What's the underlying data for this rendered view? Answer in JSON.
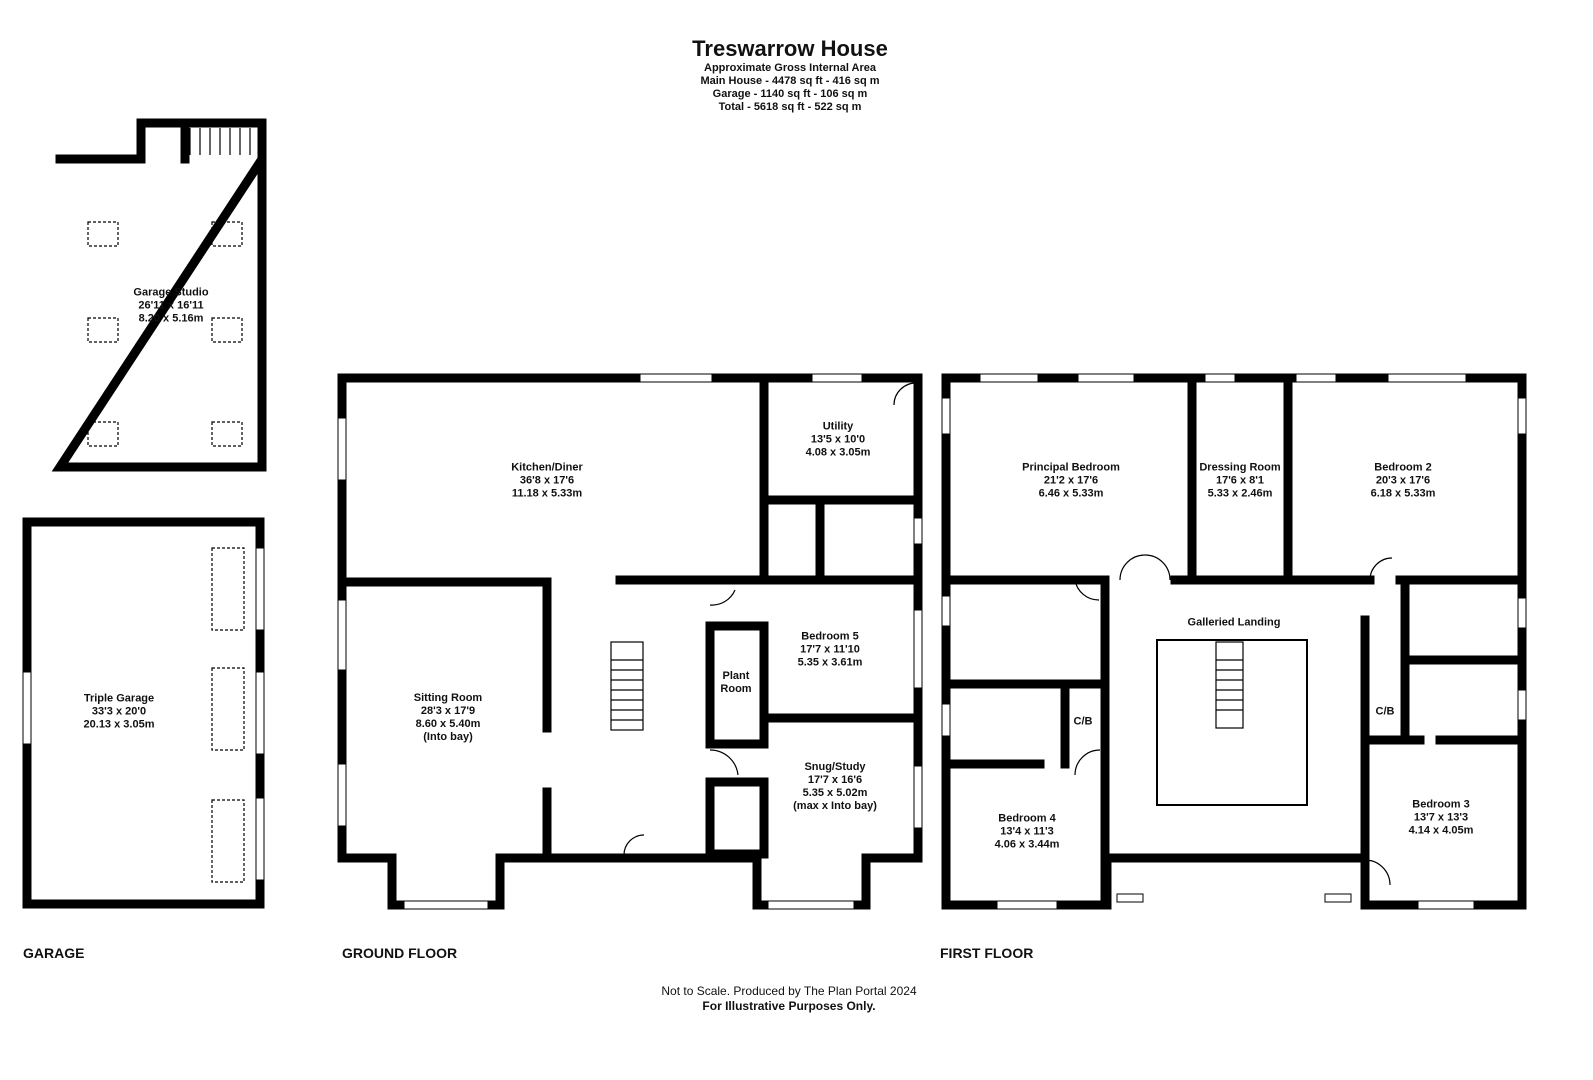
{
  "header": {
    "title": "Treswarrow House",
    "subtitle": "Approximate Gross Internal Area",
    "main_house": "Main House - 4478 sq ft - 416 sq m",
    "garage": "Garage - 1140 sq ft - 106 sq m",
    "total": "Total - 5618 sq ft - 522 sq m"
  },
  "rooms": {
    "garage_studio": {
      "name": "Garage Studio",
      "imperial": "26'11 x 16'11",
      "metric": "8.20 x 5.16m"
    },
    "triple_garage": {
      "name": "Triple Garage",
      "imperial": "33'3 x 20'0",
      "metric": "20.13 x 3.05m"
    },
    "kitchen": {
      "name": "Kitchen/Diner",
      "imperial": "36'8 x 17'6",
      "metric": "11.18 x 5.33m"
    },
    "utility": {
      "name": "Utility",
      "imperial": "13'5 x 10'0",
      "metric": "4.08 x 3.05m"
    },
    "bedroom5": {
      "name": "Bedroom 5",
      "imperial": "17'7 x 11'10",
      "metric": "5.35 x 3.61m"
    },
    "plant": {
      "name": "Plant",
      "name2": "Room"
    },
    "sitting": {
      "name": "Sitting Room",
      "imperial": "28'3 x 17'9",
      "metric": "8.60 x 5.40m",
      "note": "(Into bay)"
    },
    "snug": {
      "name": "Snug/Study",
      "imperial": "17'7 x 16'6",
      "metric": "5.35 x 5.02m",
      "note": "(max x Into bay)"
    },
    "principal": {
      "name": "Principal Bedroom",
      "imperial": "21'2 x 17'6",
      "metric": "6.46 x 5.33m"
    },
    "dressing": {
      "name": "Dressing Room",
      "imperial": "17'6 x 8'1",
      "metric": "5.33 x 2.46m"
    },
    "bedroom2": {
      "name": "Bedroom 2",
      "imperial": "20'3 x 17'6",
      "metric": "6.18 x 5.33m"
    },
    "landing": {
      "name": "Galleried Landing"
    },
    "cb1": {
      "name": "C/B"
    },
    "cb2": {
      "name": "C/B"
    },
    "bedroom4": {
      "name": "Bedroom 4",
      "imperial": "13'4 x 11'3",
      "metric": "4.06 x 3.44m"
    },
    "bedroom3": {
      "name": "Bedroom 3",
      "imperial": "13'7 x 13'3",
      "metric": "4.14 x 4.05m"
    }
  },
  "floors": {
    "garage": "GARAGE",
    "ground": "GROUND FLOOR",
    "first": "FIRST FLOOR"
  },
  "footer": {
    "line1": "Not to Scale. Produced by The Plan Portal 2024",
    "line2": "For Illustrative Purposes Only."
  }
}
